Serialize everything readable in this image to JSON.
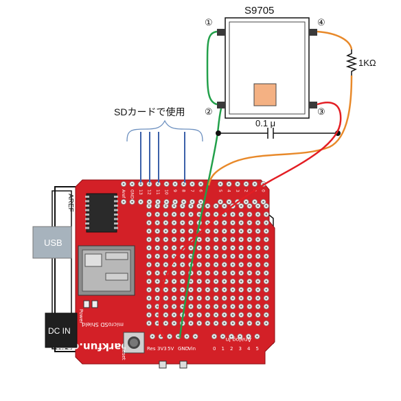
{
  "sensor": {
    "name": "S9705",
    "pin1": "①",
    "pin2": "②",
    "pin3": "③",
    "pin4": "④"
  },
  "resistor": {
    "label": "1KΩ"
  },
  "capacitor": {
    "label": "0.1 μ"
  },
  "sd_note": {
    "label": "SDカードで使用"
  },
  "board": {
    "brand": "sparkfun.com",
    "subtitle": "microSD Shield",
    "power_label": "Power",
    "reset_label": "Reset",
    "top_header": [
      "Aref",
      "GND",
      "13",
      "12",
      "11",
      "10",
      "9",
      "8",
      "7",
      "6",
      "5",
      "4",
      "3",
      "2",
      "1",
      "0"
    ],
    "bottom_power": [
      "Res",
      "3V3",
      "5V",
      "GND",
      "Vin"
    ],
    "analog_title": "Analog In",
    "analog_pins": [
      "0",
      "1",
      "2",
      "3",
      "4",
      "5"
    ]
  },
  "arduino": {
    "usb_label": "USB",
    "dc_label": "DC IN",
    "aref_label": "AREF"
  },
  "colors": {
    "board_red": "#d32027",
    "wire_green": "#22a04a",
    "wire_orange": "#e8892a",
    "wire_red": "#e31e24",
    "wire_blue": "#3a5fa8",
    "sensor_window": "#f4b183"
  }
}
